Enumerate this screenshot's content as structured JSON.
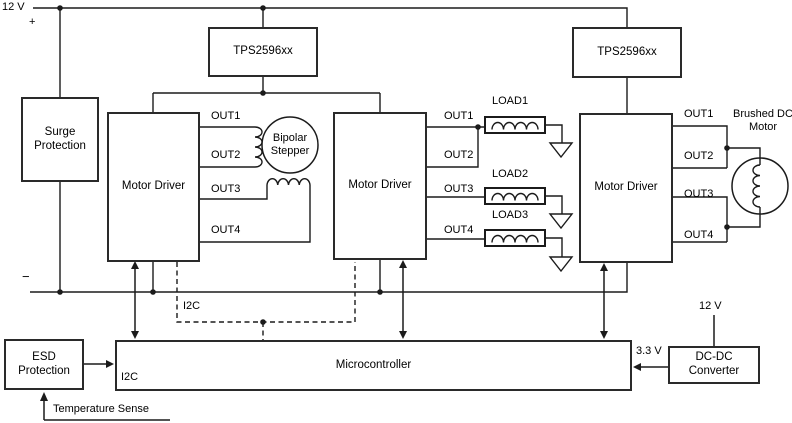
{
  "colors": {
    "line": "#1b1b1b",
    "background": "#ffffff",
    "text": "#000000"
  },
  "power": {
    "main_supply": "12 V",
    "plus": "+",
    "minus": "−",
    "dcdc_input": "12 V",
    "dcdc_output": "3.3 V"
  },
  "blocks": {
    "surge": "Surge Protection",
    "tps_left": "TPS2596xx",
    "tps_right": "TPS2596xx",
    "motor_driver_1": "Motor Driver",
    "motor_driver_2": "Motor Driver",
    "motor_driver_3": "Motor Driver",
    "microcontroller": "Microcontroller",
    "esd": "ESD Protection",
    "dcdc": "DC-DC Converter"
  },
  "outputs": [
    "OUT1",
    "OUT2",
    "OUT3",
    "OUT4"
  ],
  "loads": [
    "LOAD1",
    "LOAD2",
    "LOAD3"
  ],
  "motors": {
    "stepper": "Bipolar Stepper",
    "brushed": "Brushed DC Motor"
  },
  "i2c": {
    "bus_label": "I2C",
    "mcu_port_label": "I2C"
  },
  "sensor": {
    "temperature": "Temperature Sense"
  }
}
